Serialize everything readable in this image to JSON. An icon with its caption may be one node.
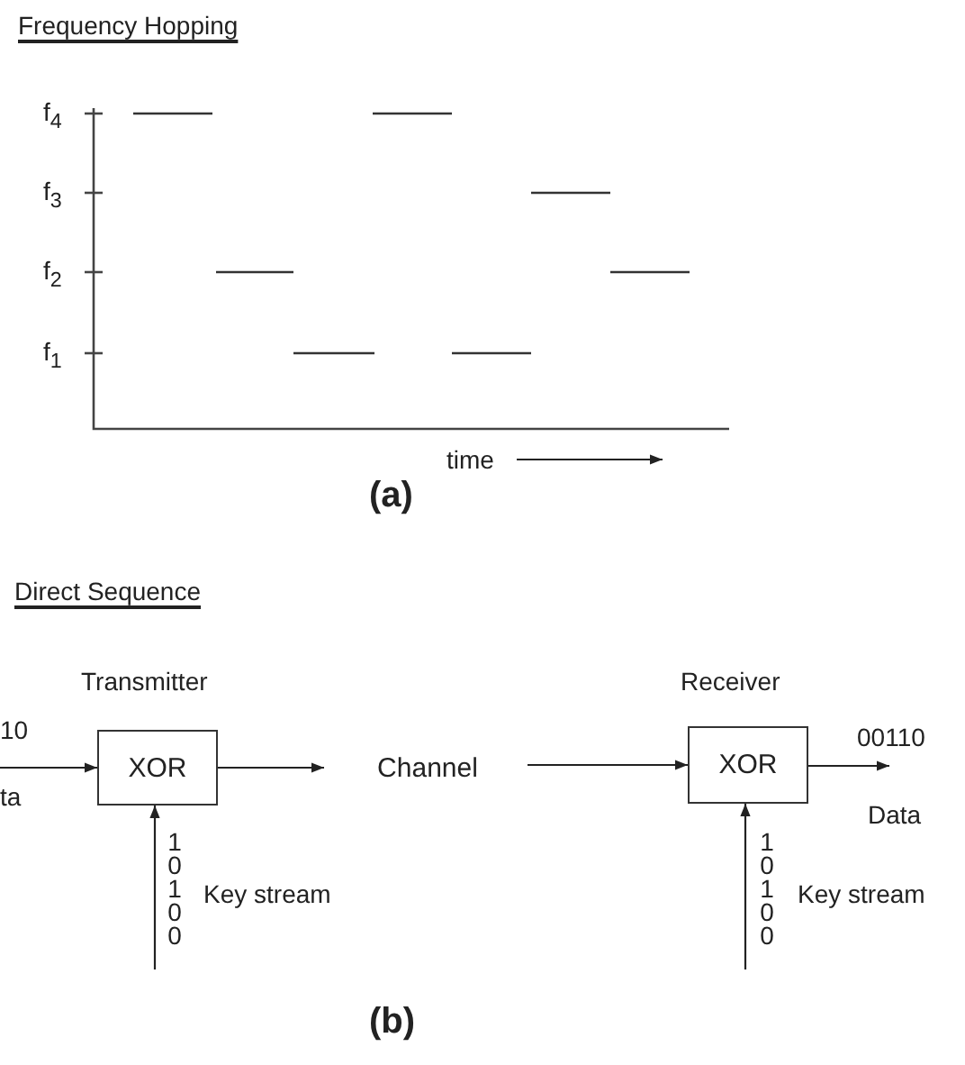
{
  "diagram": {
    "nodes": [
      {
        "text": [
          "XOR"
        ],
        "beside": [
          "Transmitter"
        ]
      },
      {
        "text": [
          "Channel"
        ]
      },
      {
        "text": [
          "XOR"
        ],
        "beside": [
          "Receiver"
        ]
      }
    ],
    "edges": [
      {
        "from": null,
        "to": 0,
        "arrow": "to",
        "label": "10"
      },
      {
        "from": 0,
        "to": 1,
        "arrow": "to"
      },
      {
        "from": 1,
        "to": 2,
        "arrow": "to"
      },
      {
        "from": 2,
        "to": null,
        "arrow": "to",
        "label": "00110"
      },
      {
        "from": null,
        "to": 0,
        "arrow": "to"
      },
      {
        "from": null,
        "to": 2,
        "arrow": "to"
      }
    ],
    "labels": [
      "Frequency Hopping",
      "f$_{4}$",
      "f$_{3}$",
      "f$_{2}$",
      "f$_{1}$",
      "time",
      "(a)",
      "Direct Sequence",
      "ta",
      "1 0 1 0 0",
      "Key stream",
      "Data",
      "1 0 1 0 0",
      "Key stream",
      "(b)"
    ]
  }
}
